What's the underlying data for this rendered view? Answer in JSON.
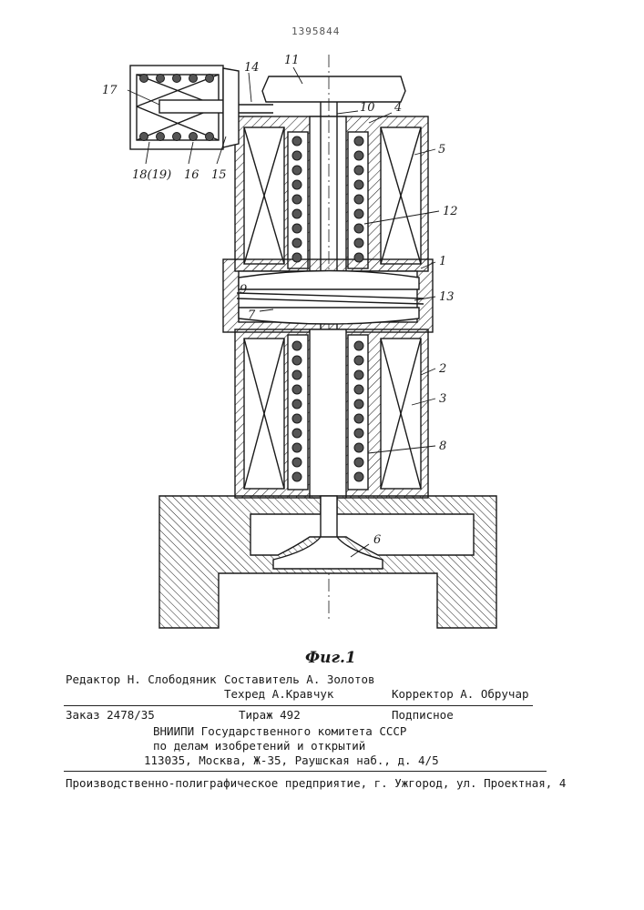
{
  "patent_number": "1395844",
  "figure_caption": "Фиг.1",
  "labels": {
    "l1": "1",
    "l2": "2",
    "l3": "3",
    "l4": "4",
    "l5": "5",
    "l6": "6",
    "l7": "7",
    "l8": "8",
    "l9": "9",
    "l10": "10",
    "l11": "11",
    "l12": "12",
    "l13": "13",
    "l14": "14",
    "l15": "15",
    "l16": "16",
    "l17": "17",
    "l18": "18(19)"
  },
  "imprint": {
    "editor": "Редактор Н. Слободяник",
    "compiler": "Составитель А. Золотов",
    "techred": "Техред А.Кравчук",
    "corrector": "Корректор А. Обручар",
    "order": "Заказ 2478/35",
    "circulation": "Тираж 492",
    "subscription": "Подписное",
    "org1": "ВНИИПИ Государственного комитета СССР",
    "org2": "по делам изобретений и открытий",
    "address": "113035, Москва, Ж-35, Раушская наб., д. 4/5",
    "printer": "Производственно-полиграфическое предприятие, г. Ужгород, ул. Проектная, 4"
  }
}
